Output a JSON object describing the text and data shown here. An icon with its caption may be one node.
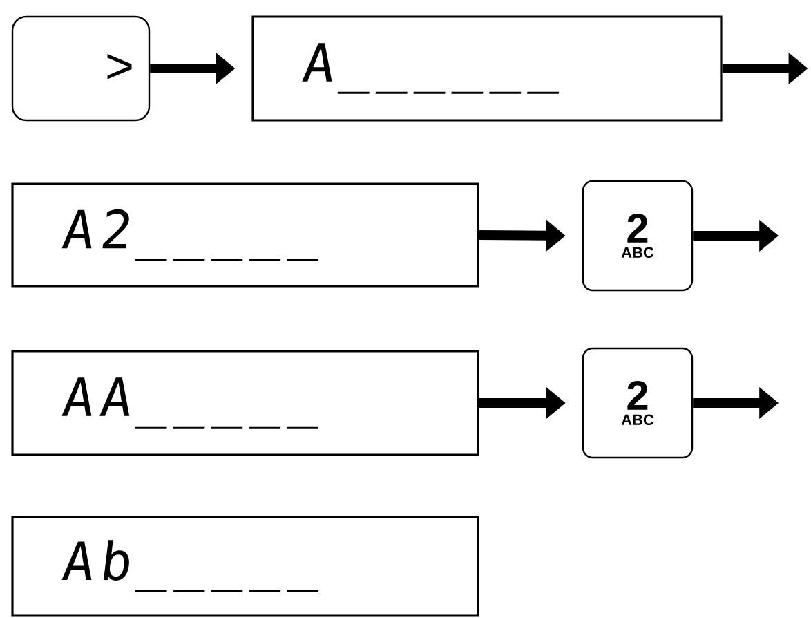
{
  "diagram": {
    "nodes": [
      {
        "text": [
          ">"
        ]
      },
      {
        "text": [
          "A______"
        ]
      },
      {
        "text": [
          "A2_____"
        ]
      },
      {
        "text": [
          "2",
          "ABC"
        ]
      },
      {
        "text": [
          "AA_____"
        ]
      },
      {
        "text": [
          "2",
          "ABC"
        ]
      },
      {
        "text": [
          "Ab_____"
        ]
      }
    ],
    "edges": [
      {
        "from": 0,
        "to": 1,
        "arrow": "to"
      },
      {
        "from": 1,
        "to": null,
        "arrow": "to"
      },
      {
        "from": 2,
        "to": 3,
        "arrow": "to"
      },
      {
        "from": 3,
        "to": null,
        "arrow": "to"
      },
      {
        "from": 4,
        "to": 5,
        "arrow": "to"
      },
      {
        "from": 5,
        "to": null,
        "arrow": "to"
      }
    ]
  }
}
